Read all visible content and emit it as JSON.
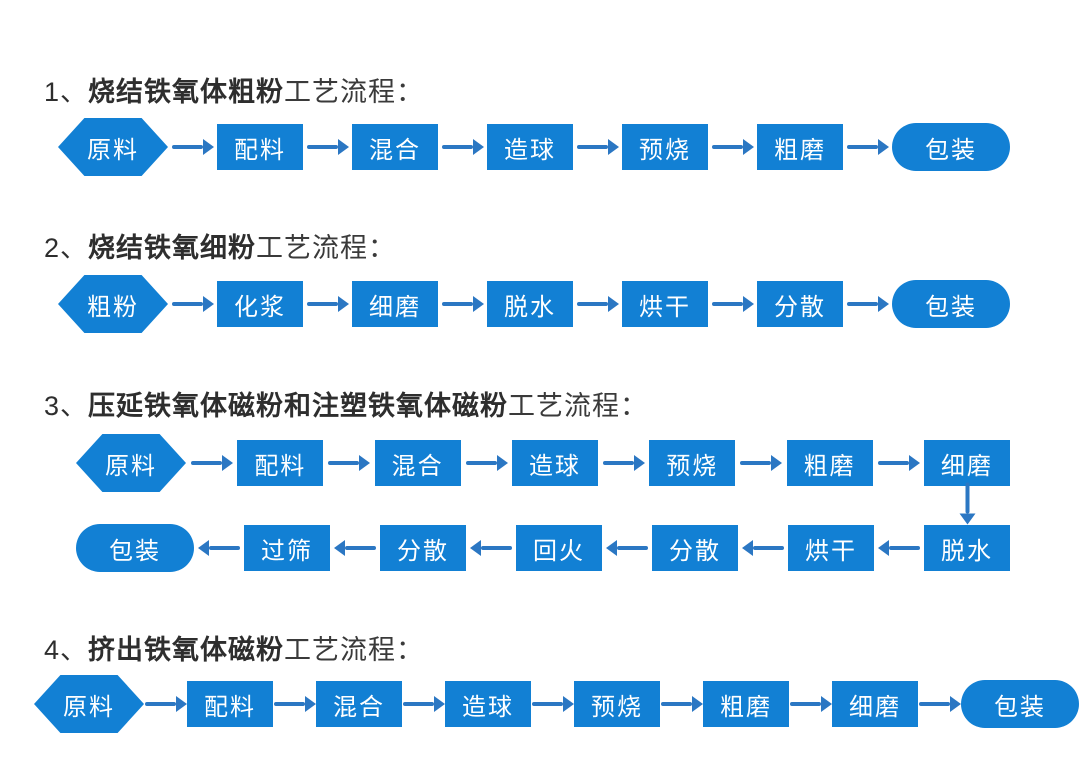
{
  "colors": {
    "node_blue": "#1280d4",
    "arrow_blue": "#2b77c3",
    "node_text": "#ffffff",
    "title_text": "#2e2e2e",
    "background": "#ffffff"
  },
  "sections": [
    {
      "heading": {
        "num": "1、",
        "bold": "烧结铁氧体粗粉",
        "rest": "工艺流程："
      },
      "rows": [
        {
          "direction": "left-to-right",
          "nodes": [
            {
              "shape": "hexagon",
              "label": "原料"
            },
            {
              "shape": "rect",
              "label": "配料"
            },
            {
              "shape": "rect",
              "label": "混合"
            },
            {
              "shape": "rect",
              "label": "造球"
            },
            {
              "shape": "rect",
              "label": "预烧"
            },
            {
              "shape": "rect",
              "label": "粗磨"
            },
            {
              "shape": "pill",
              "label": "包装"
            }
          ]
        }
      ]
    },
    {
      "heading": {
        "num": "2、",
        "bold": "烧结铁氧细粉",
        "rest": "工艺流程："
      },
      "rows": [
        {
          "direction": "left-to-right",
          "nodes": [
            {
              "shape": "hexagon",
              "label": "粗粉"
            },
            {
              "shape": "rect",
              "label": "化浆"
            },
            {
              "shape": "rect",
              "label": "细磨"
            },
            {
              "shape": "rect",
              "label": "脱水"
            },
            {
              "shape": "rect",
              "label": "烘干"
            },
            {
              "shape": "rect",
              "label": "分散"
            },
            {
              "shape": "pill",
              "label": "包装"
            }
          ]
        }
      ]
    },
    {
      "heading": {
        "num": "3、",
        "bold": "压延铁氧体磁粉和注塑铁氧体磁粉",
        "rest": "工艺流程："
      },
      "rows": [
        {
          "direction": "left-to-right",
          "nodes": [
            {
              "shape": "hexagon",
              "label": "原料"
            },
            {
              "shape": "rect",
              "label": "配料"
            },
            {
              "shape": "rect",
              "label": "混合"
            },
            {
              "shape": "rect",
              "label": "造球"
            },
            {
              "shape": "rect",
              "label": "预烧"
            },
            {
              "shape": "rect",
              "label": "粗磨"
            },
            {
              "shape": "rect",
              "label": "细磨"
            }
          ]
        },
        {
          "direction": "right-to-left",
          "nodes": [
            {
              "shape": "pill",
              "label": "包装"
            },
            {
              "shape": "rect",
              "label": "过筛"
            },
            {
              "shape": "rect",
              "label": "分散"
            },
            {
              "shape": "rect",
              "label": "回火"
            },
            {
              "shape": "rect",
              "label": "分散"
            },
            {
              "shape": "rect",
              "label": "烘干"
            },
            {
              "shape": "rect",
              "label": "脱水"
            }
          ]
        }
      ],
      "connector": {
        "type": "down-arrow",
        "from": "细磨",
        "to": "脱水"
      }
    },
    {
      "heading": {
        "num": "4、",
        "bold": "挤出铁氧体磁粉",
        "rest": "工艺流程："
      },
      "rows": [
        {
          "direction": "left-to-right",
          "nodes": [
            {
              "shape": "hexagon",
              "label": "原料"
            },
            {
              "shape": "rect",
              "label": "配料"
            },
            {
              "shape": "rect",
              "label": "混合"
            },
            {
              "shape": "rect",
              "label": "造球"
            },
            {
              "shape": "rect",
              "label": "预烧"
            },
            {
              "shape": "rect",
              "label": "粗磨"
            },
            {
              "shape": "rect",
              "label": "细磨"
            },
            {
              "shape": "pill",
              "label": "包装"
            }
          ]
        }
      ]
    }
  ]
}
